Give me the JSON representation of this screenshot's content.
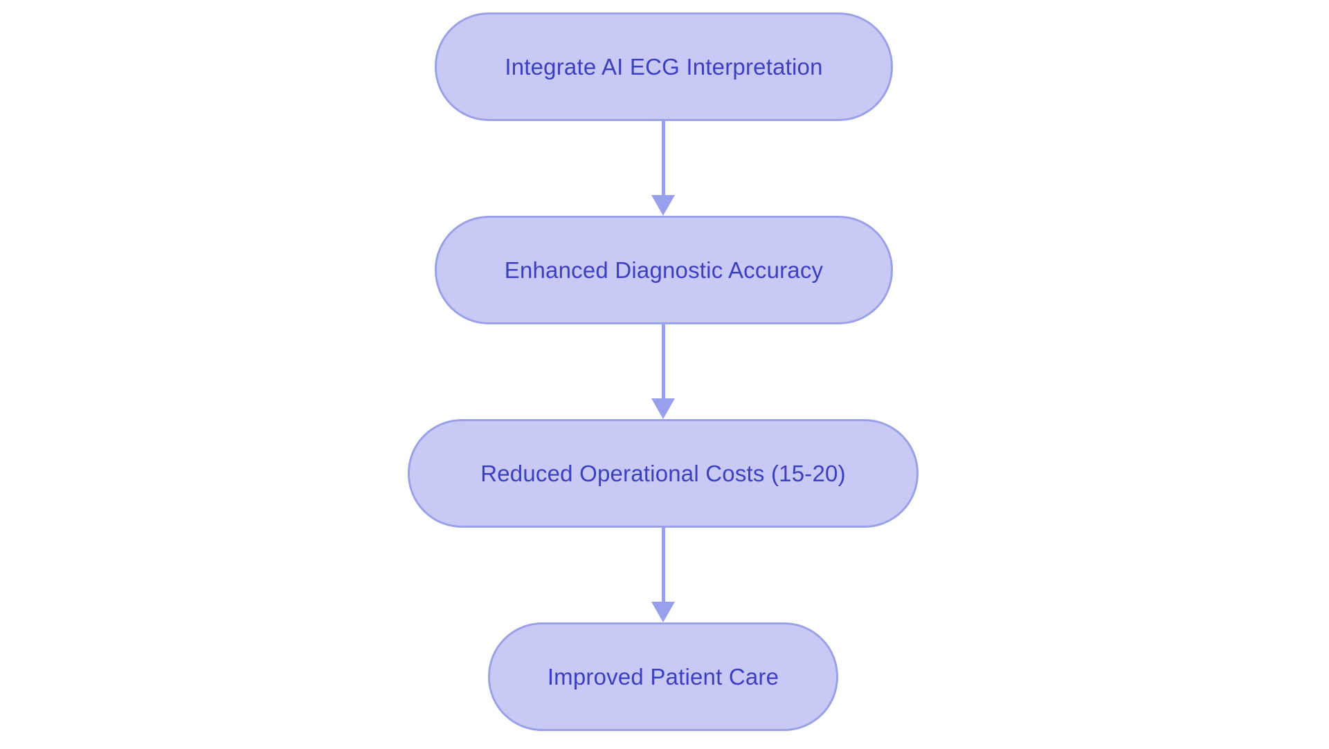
{
  "diagram": {
    "type": "flowchart",
    "direction": "top-down",
    "background": "#ffffff",
    "nodes": [
      {
        "id": "n1",
        "label": "Integrate AI ECG Interpretation"
      },
      {
        "id": "n2",
        "label": "Enhanced Diagnostic Accuracy"
      },
      {
        "id": "n3",
        "label": "Reduced Operational Costs (15-20)"
      },
      {
        "id": "n4",
        "label": "Improved Patient Care"
      }
    ],
    "edges": [
      {
        "from": "n1",
        "to": "n2",
        "style": "arrow-down"
      },
      {
        "from": "n2",
        "to": "n3",
        "style": "arrow-down"
      },
      {
        "from": "n3",
        "to": "n4",
        "style": "arrow-down"
      }
    ],
    "colors": {
      "node_fill": "#c8c9f4",
      "node_border": "#9aa1e9",
      "node_text": "#3b3fc1",
      "arrow": "#98a0ed",
      "canvas_bg": "#ffffff"
    }
  }
}
